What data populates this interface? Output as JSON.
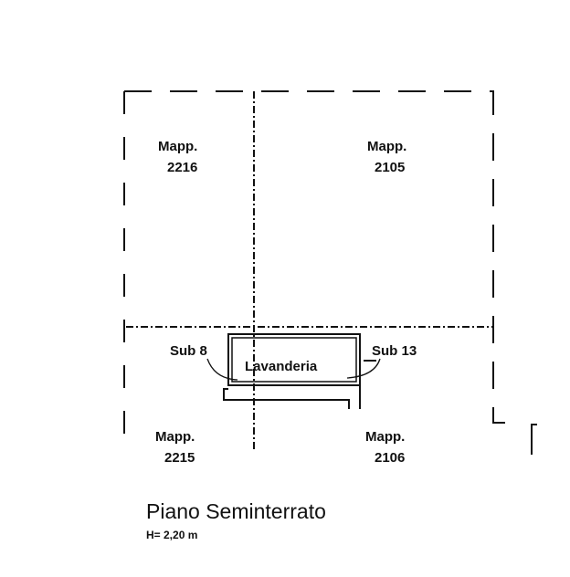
{
  "plan": {
    "title": "Piano Seminterrato",
    "height_note": "H= 2,20 m",
    "room": "Lavanderia",
    "parcels": [
      {
        "label": "Mapp.",
        "number": "2216"
      },
      {
        "label": "Mapp.",
        "number": "2105"
      },
      {
        "label": "Mapp.",
        "number": "2215"
      },
      {
        "label": "Mapp.",
        "number": "2106"
      }
    ],
    "subs": [
      "Sub 8",
      "Sub 13"
    ],
    "line_color": "#111111"
  }
}
